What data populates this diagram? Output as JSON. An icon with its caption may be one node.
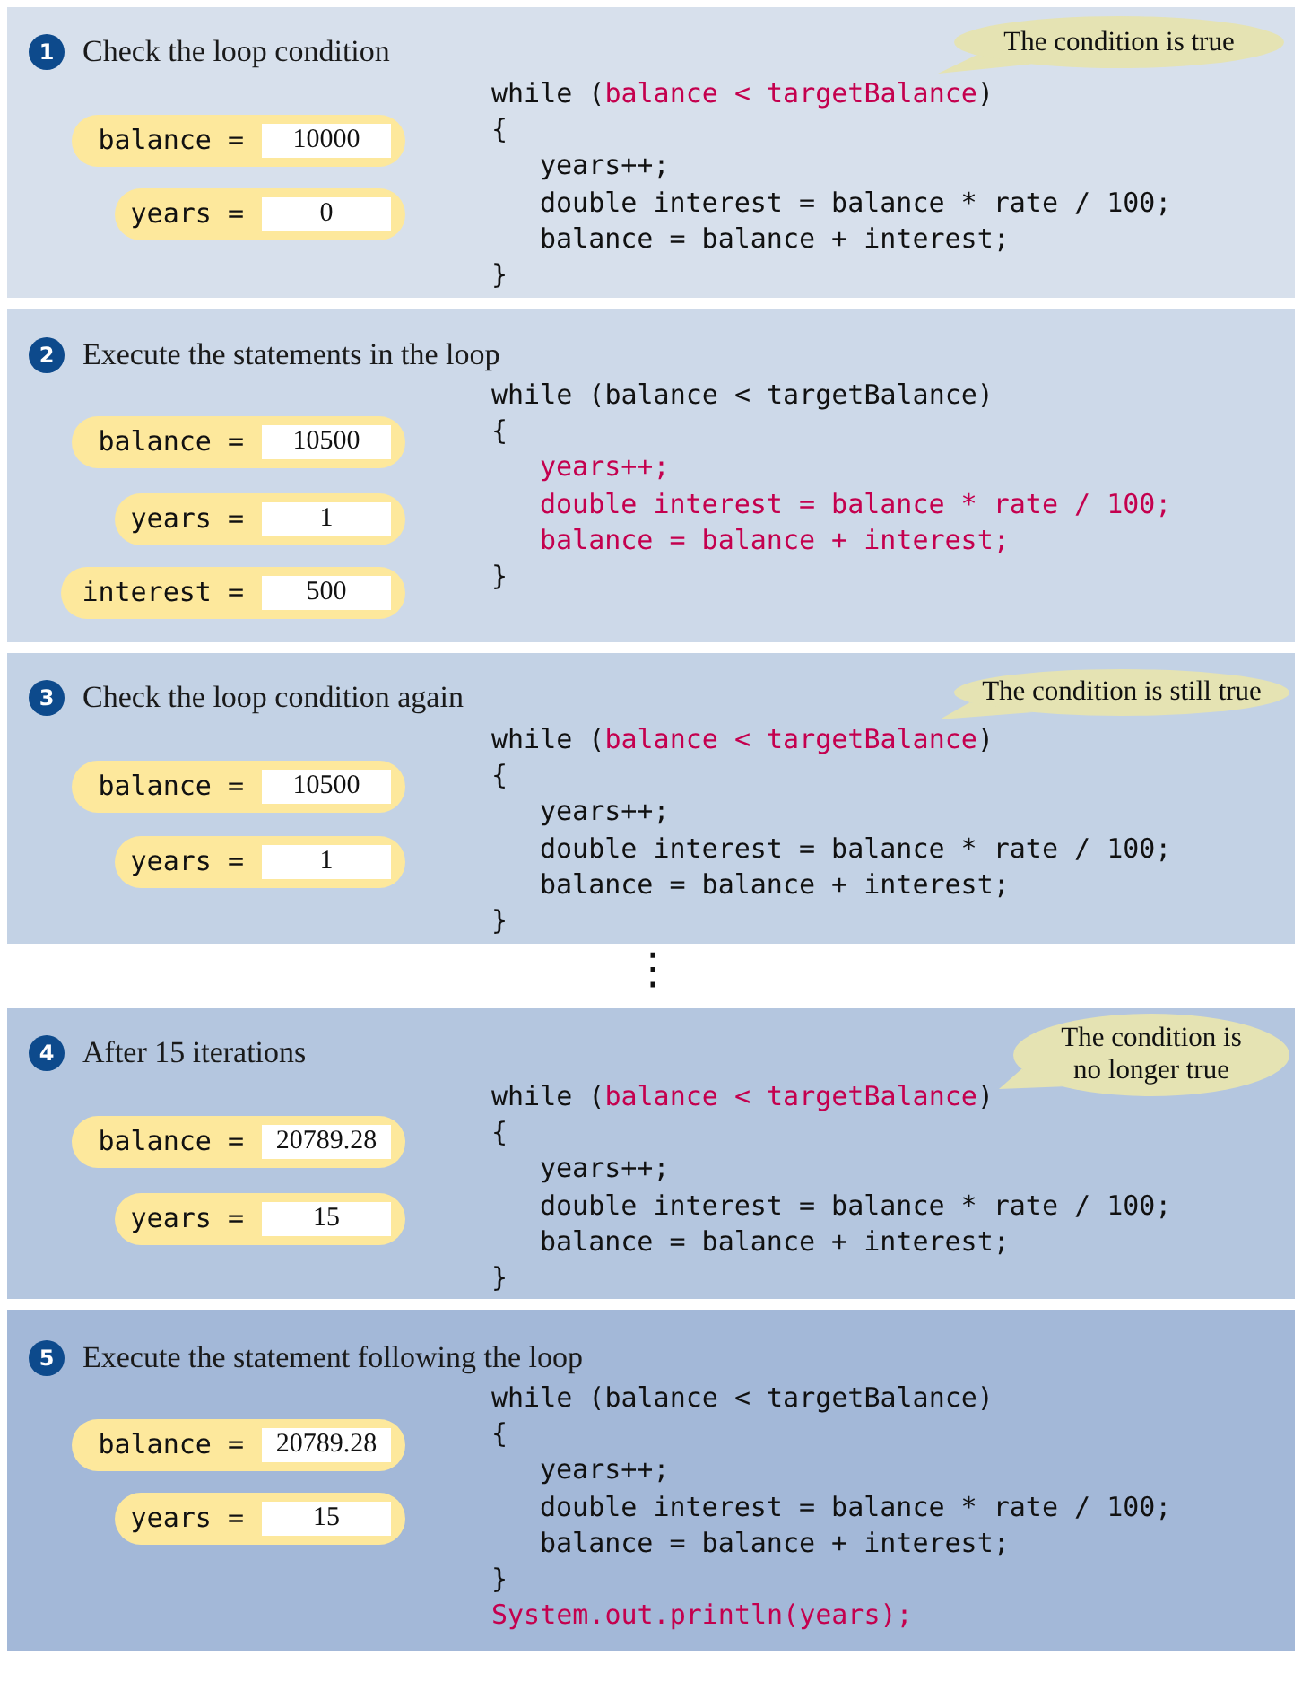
{
  "diagram": {
    "nodes": [
      {
        "text": [
          "Check the loop condition",
          "while (**balance < targetBalance**)",
          "{",
          "years++;",
          "double interest = balance * rate / 100;",
          "balance = balance + interest;",
          "}"
        ]
      },
      {
        "text": [
          "1"
        ],
        "in": 0
      },
      {
        "text": [
          "The condition is true"
        ],
        "in": 0
      },
      {
        "text": [
          "balance ="
        ],
        "in": 0
      },
      {
        "text": [
          "10000"
        ],
        "in": 3
      },
      {
        "text": [
          "years ="
        ],
        "in": 0
      },
      {
        "text": [
          "0"
        ],
        "in": 5
      },
      {
        "text": [
          "Execute the statements in the loop",
          "while (balance < targetBalance)",
          "{",
          "years++;",
          "double interest = balance * rate / 100;",
          "balance = balance + interest;",
          "}"
        ]
      },
      {
        "text": [
          "2"
        ],
        "in": 7
      },
      {
        "text": [
          "balance ="
        ],
        "in": 7
      },
      {
        "text": [
          "10500"
        ],
        "in": 9
      },
      {
        "text": [
          "years ="
        ],
        "in": 7
      },
      {
        "text": [
          "1"
        ],
        "in": 11
      },
      {
        "text": [
          "interest ="
        ],
        "in": 7
      },
      {
        "text": [
          "500"
        ],
        "in": 13
      },
      {
        "text": [
          "Check the loop condition again",
          "while (**balance < targetBalance**)",
          "{",
          "years++;",
          "double interest = balance * rate / 100;",
          "balance = balance + interest;",
          "}"
        ]
      },
      {
        "text": [
          "3"
        ],
        "in": 15
      },
      {
        "text": [
          "The condition is still true"
        ],
        "in": 15
      },
      {
        "text": [
          "balance ="
        ],
        "in": 15
      },
      {
        "text": [
          "10500"
        ],
        "in": 18
      },
      {
        "text": [
          "years ="
        ],
        "in": 15
      },
      {
        "text": [
          "1"
        ],
        "in": 20
      },
      {
        "text": [
          "After 15 iterations",
          "while (**balance < targetBalance**)",
          "{",
          "years++;",
          "double interest = balance * rate / 100;",
          "balance = balance + interest;",
          "}"
        ]
      },
      {
        "text": [
          "4"
        ],
        "in": 22
      },
      {
        "text": [
          "The condition is no longer true"
        ],
        "in": 22
      },
      {
        "text": [
          "balance ="
        ],
        "in": 22
      },
      {
        "text": [
          "20789.28"
        ],
        "in": 25
      },
      {
        "text": [
          "years ="
        ],
        "in": 22
      },
      {
        "text": [
          "15"
        ],
        "in": 27
      },
      {
        "text": [
          "Execute the statement following the loop",
          "while (balance < targetBalance)",
          "{",
          "years++;",
          "double interest = balance * rate / 100;",
          "balance = balance + interest;",
          "}",
          "System.out.println(years);"
        ]
      },
      {
        "text": [
          "5"
        ],
        "in": 29
      },
      {
        "text": [
          "balance ="
        ],
        "in": 29
      },
      {
        "text": [
          "20789.28"
        ],
        "in": 31
      },
      {
        "text": [
          "years ="
        ],
        "in": 29
      },
      {
        "text": [
          "15"
        ],
        "in": 33
      }
    ],
    "labels": [
      "⋮"
    ]
  }
}
